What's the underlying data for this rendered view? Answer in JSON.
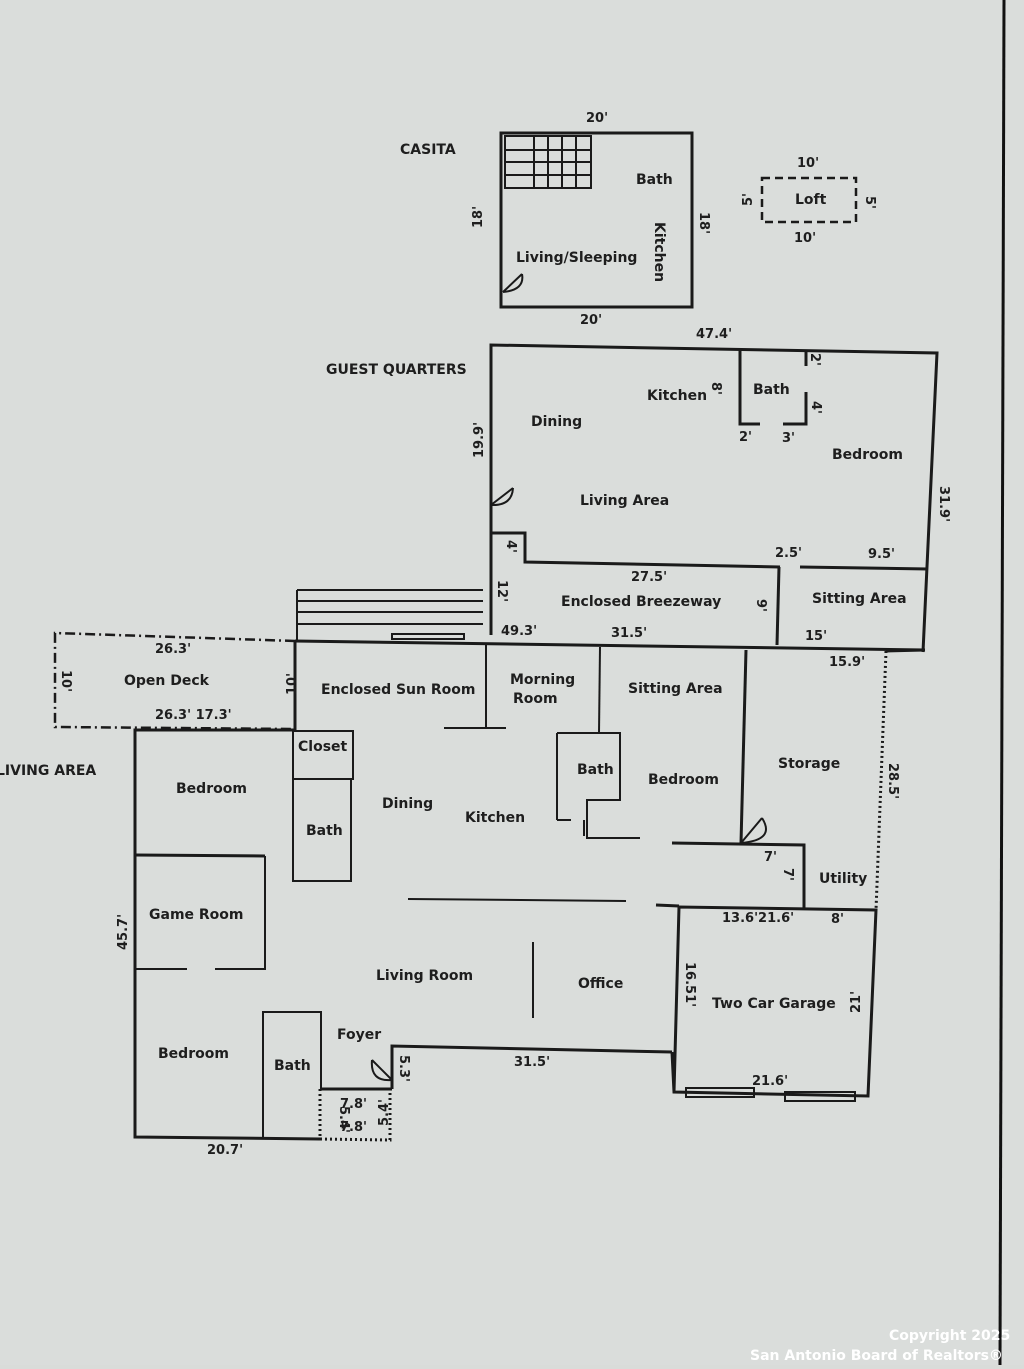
{
  "sections": {
    "casita": "CASITA",
    "guest_quarters": "GUEST QUARTERS",
    "living_area": "LIVING AREA"
  },
  "rooms": {
    "casita_bath": "Bath",
    "casita_living": "Living/Sleeping",
    "casita_kitchen": "Kitchen",
    "loft": "Loft",
    "gq_kitchen": "Kitchen",
    "gq_bath": "Bath",
    "gq_dining": "Dining",
    "gq_bedroom": "Bedroom",
    "gq_living": "Living Area",
    "breezeway": "Enclosed Breezeway",
    "gq_sitting": "Sitting Area",
    "open_deck": "Open Deck",
    "sun_room": "Enclosed Sun Room",
    "morning_room_1": "Morning",
    "morning_room_2": "Room",
    "sitting_area": "Sitting Area",
    "closet": "Closet",
    "storage": "Storage",
    "mid_bath": "Bath",
    "mid_bedroom": "Bedroom",
    "bedroom_1": "Bedroom",
    "dining": "Dining",
    "kitchen": "Kitchen",
    "bath_1": "Bath",
    "utility": "Utility",
    "game_room": "Game Room",
    "living_room": "Living Room",
    "office": "Office",
    "garage": "Two Car Garage",
    "foyer": "Foyer",
    "bedroom_2": "Bedroom",
    "bath_2": "Bath"
  },
  "dims": {
    "casita_top": "20'",
    "casita_bottom": "20'",
    "casita_left": "18'",
    "casita_right": "18'",
    "loft_top": "10'",
    "loft_bottom": "10'",
    "loft_left": "5'",
    "loft_right": "5'",
    "gq_top": "47.4'",
    "gq_left": "19.9'",
    "gq_right": "31.9'",
    "gq_bath_2a": "2'",
    "gq_bath_8": "8'",
    "gq_bath_4": "4'",
    "gq_bath_2b": "2'",
    "gq_bath_3": "3'",
    "gq_2_5": "2.5'",
    "gq_9_5": "9.5'",
    "gq_4": "4'",
    "breezeway_top": "27.5'",
    "breezeway_left": "12'",
    "breezeway_right": "9'",
    "breezeway_49": "49.3'",
    "breezeway_31": "31.5'",
    "gq_sitting_15": "15'",
    "deck_top": "26.3'",
    "deck_left": "10'",
    "deck_right": "10'",
    "deck_bottom": "26.3' 17.3'",
    "storage_top": "15.9'",
    "storage_right": "28.5'",
    "utility_7a": "7'",
    "utility_7b": "7'",
    "garage_top": "13.6'21.6'",
    "garage_8": "8'",
    "garage_left": "16.51'",
    "garage_right": "21'",
    "garage_bottom": "21.6'",
    "house_left": "45.7'",
    "house_bottom": "20.7'",
    "front_wall": "31.5'",
    "foyer_5_3": "5.3'",
    "entry_top": "7.8'",
    "entry_bottom": "7.8'",
    "entry_left": "5.4'",
    "entry_right": "5.4'"
  },
  "watermark": {
    "line1": "Copyright 2025",
    "line2": "San Antonio Board of Realtors®"
  }
}
